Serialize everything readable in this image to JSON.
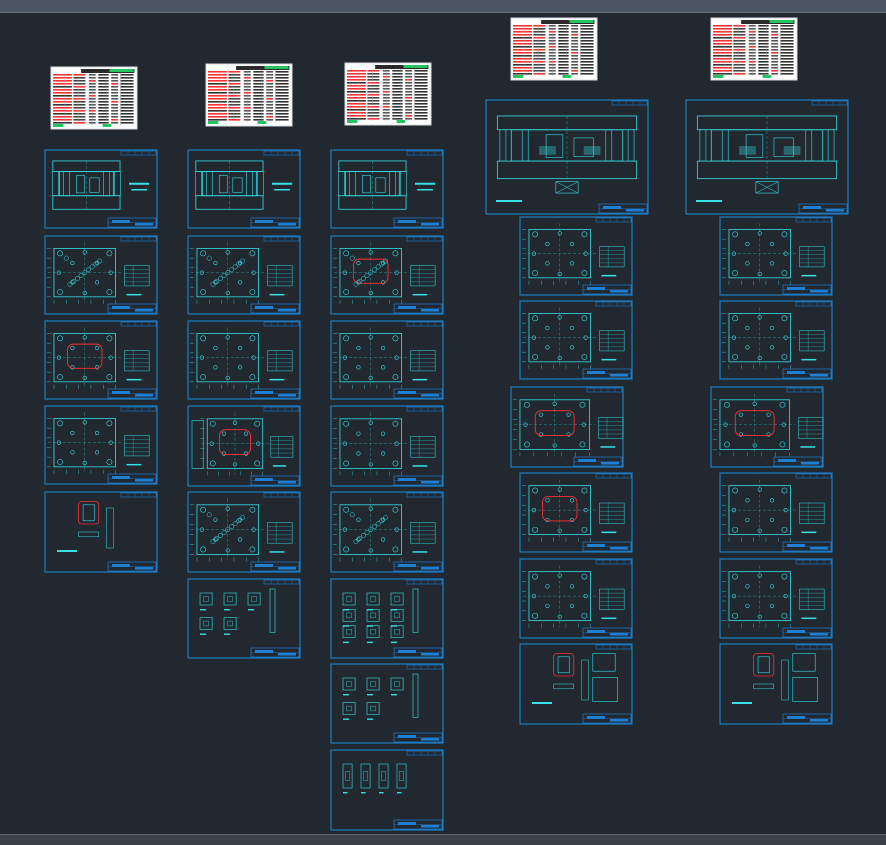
{
  "app": {
    "topbar": "",
    "statusbar": ""
  },
  "colors": {
    "background": "#212830",
    "sheet_border": "#1c8fe0",
    "cyan": "#35e0e6",
    "red": "#ff3030",
    "title_block": "#1e7fd6",
    "table_bg": "#ffffff",
    "green": "#22c55e"
  },
  "columns": [
    {
      "name": "column-1",
      "sheets": [
        "assembly",
        "plate",
        "plate",
        "plate",
        "detail"
      ],
      "table": "bom"
    },
    {
      "name": "column-2",
      "sheets": [
        "assembly",
        "plate",
        "plate",
        "plate-side",
        "plate",
        "parts"
      ],
      "table": "bom"
    },
    {
      "name": "column-3",
      "sheets": [
        "assembly",
        "plate",
        "plate",
        "plate",
        "plate",
        "parts-grid",
        "parts",
        "parts-small"
      ],
      "table": "bom"
    },
    {
      "name": "column-4",
      "sheets": [
        "assembly-large",
        "plate",
        "plate",
        "plate-wide",
        "plate",
        "plate",
        "detail-2"
      ],
      "table": "bom"
    },
    {
      "name": "column-5",
      "sheets": [
        "assembly-large",
        "plate",
        "plate",
        "plate-wide",
        "plate",
        "plate",
        "detail-2"
      ],
      "table": "bom"
    }
  ],
  "drawing_labels": {
    "assembly_caption": ""
  }
}
